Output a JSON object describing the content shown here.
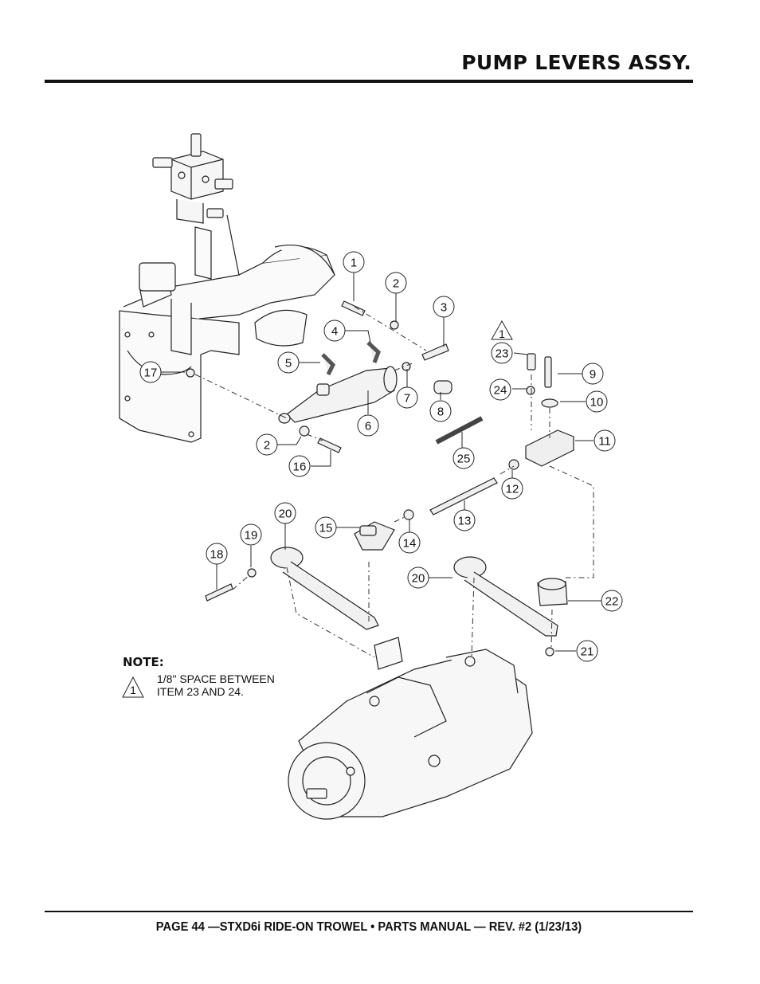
{
  "header": {
    "title": "PUMP LEVERS ASSY."
  },
  "callouts": {
    "c1": "1",
    "c2a": "2",
    "c3": "3",
    "c4": "4",
    "c5": "5",
    "c6": "6",
    "c7": "7",
    "c8": "8",
    "c9": "9",
    "c10": "10",
    "c11": "11",
    "c12": "12",
    "c13": "13",
    "c14": "14",
    "c15": "15",
    "c16": "16",
    "c17": "17",
    "c18": "18",
    "c19": "19",
    "c20a": "20",
    "c20b": "20",
    "c21": "21",
    "c22": "22",
    "c23": "23",
    "c24": "24",
    "c25": "25",
    "c2b": "2"
  },
  "warnings": {
    "top": "1",
    "note": "1"
  },
  "note": {
    "title": "NOTE:",
    "body": "1/8\" SPACE BETWEEN\nITEM 23 AND 24."
  },
  "footer": {
    "text": "PAGE 44 —STXD6i RIDE-ON TROWEL • PARTS MANUAL — REV. #2 (1/23/13)"
  }
}
